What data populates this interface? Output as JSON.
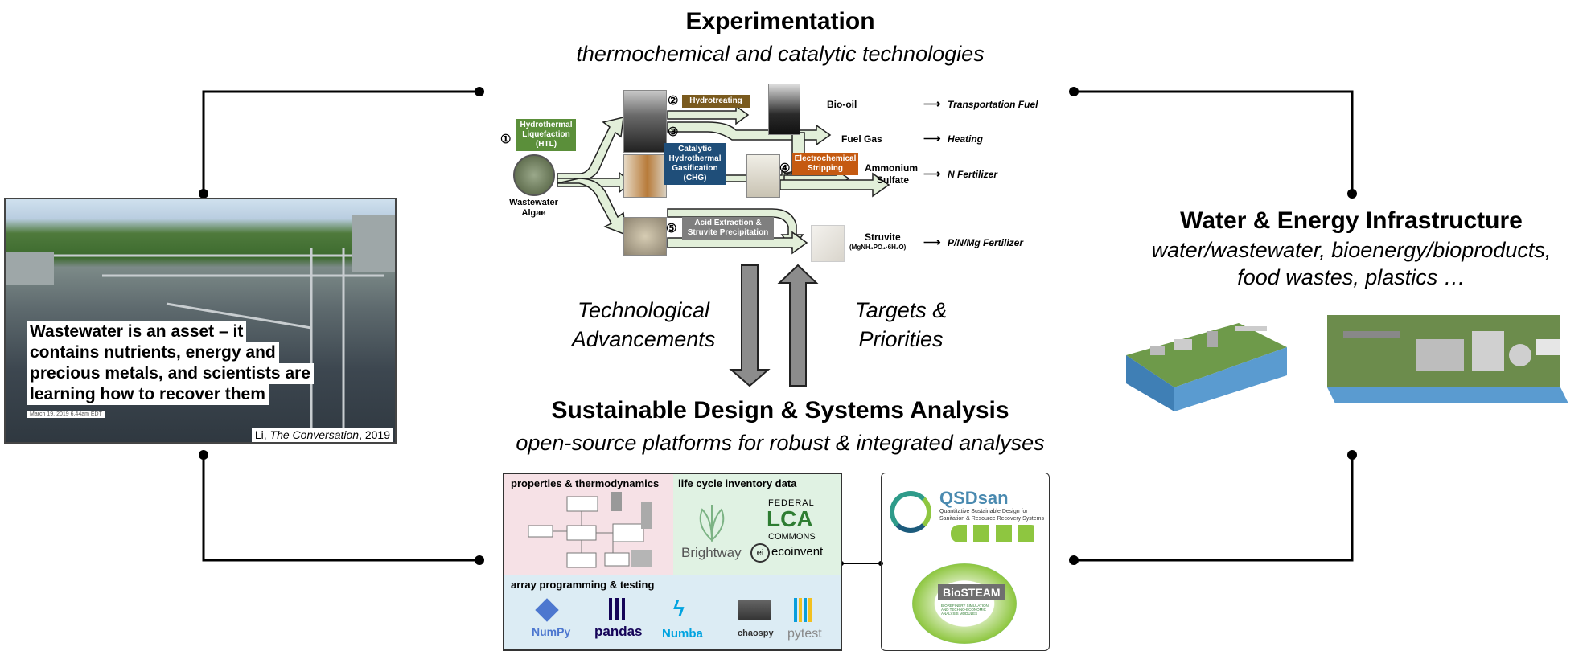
{
  "top": {
    "title": "Experimentation",
    "subtitle": "thermochemical and catalytic technologies"
  },
  "bottom": {
    "title": "Sustainable Design & Systems Analysis",
    "subtitle": "open-source platforms for robust & integrated analyses"
  },
  "right": {
    "title": "Water & Energy Infrastructure",
    "subtitle_line1": "water/wastewater, bioenergy/bioproducts,",
    "subtitle_line2": "food wastes, plastics …"
  },
  "left": {
    "headline_line1": "Wastewater is an asset – it",
    "headline_line2": "contains nutrients, energy and",
    "headline_line3": "precious metals, and scientists are",
    "headline_line4": "learning how to recover them",
    "date": "March 19, 2019 6.44am EDT",
    "citation_author": "Li, ",
    "citation_source": "The Conversation",
    "citation_year": ", 2019"
  },
  "middle_arrows": {
    "down_line1": "Technological",
    "down_line2": "Advancements",
    "up_line1": "Targets &",
    "up_line2": "Priorities"
  },
  "process": {
    "input_line1": "Wastewater",
    "input_line2": "Algae",
    "num1": "①",
    "num2": "②",
    "num3": "③",
    "num4": "④",
    "num5": "⑤",
    "htl_line1": "Hydrothermal",
    "htl_line2": "Liquefaction",
    "htl_line3": "(HTL)",
    "hydrotreating": "Hydrotreating",
    "chg_line1": "Catalytic",
    "chg_line2": "Hydrothermal",
    "chg_line3": "Gasification",
    "chg_line4": "(CHG)",
    "electro_line1": "Electrochemical",
    "electro_line2": "Stripping",
    "acid_line1": "Acid Extraction &",
    "acid_line2": "Struvite Precipitation",
    "out_biooil": "Bio-oil",
    "out_fuelgas": "Fuel Gas",
    "out_ammonium_line1": "Ammonium",
    "out_ammonium_line2": "Sulfate",
    "out_struvite": "Struvite",
    "out_struvite_formula": "(MgNH₄PO₄·6H₂O)",
    "use_biooil": "Transportation Fuel",
    "use_fuelgas": "Heating",
    "use_ammonium": "N Fertilizer",
    "use_struvite": "P/N/Mg Fertilizer",
    "arrow_glyph": "⟶"
  },
  "tools": {
    "panel1_title": "properties & thermodynamics",
    "panel2_title": "life cycle inventory data",
    "panel3_title": "array programming & testing",
    "brightway": "Brightway",
    "federal_line1": "FEDERAL",
    "federal_line2": "LCA",
    "federal_line3": "COMMONS",
    "ei": "ei",
    "ecoinvent": "ecoinvent",
    "numpy": "NumPy",
    "pandas": "pandas",
    "numba": "Numba",
    "chaospy": "chaospy",
    "pytest": "pytest",
    "qsdsan": "QSDsan",
    "qsdsan_tag_line1": "Quantitative Sustainable Design for",
    "qsdsan_tag_line2": "Sanitation & Resource Recovery Systems",
    "biosteam": "BioSTEAM",
    "biosteam_tag": "BIOREFINERY SIMULATION AND TECHNO-ECONOMIC ANALYSIS MODULES"
  },
  "colors": {
    "htl_green": "#5b8f3a",
    "hydro_brown": "#7a5a1e",
    "chg_blue": "#1f4e79",
    "electro_orange": "#c55a11",
    "acid_gray": "#7f7f7f",
    "pink_panel": "#f6e1e6",
    "green_panel": "#e0f2e3",
    "blue_panel": "#dcecf4",
    "arrow_fill": "#e2efd9"
  }
}
